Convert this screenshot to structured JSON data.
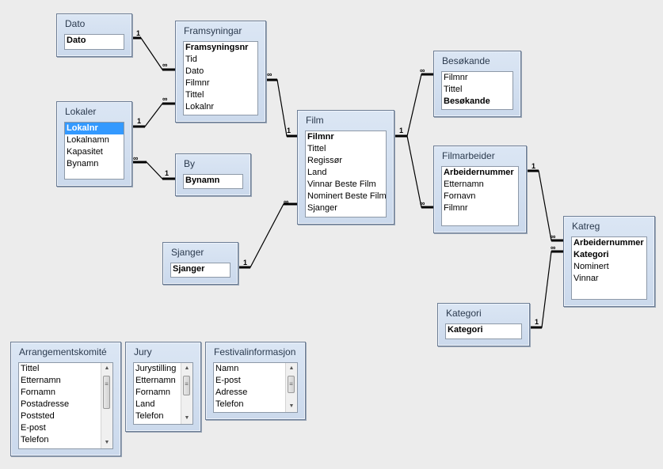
{
  "tables": {
    "dato": {
      "title": "Dato",
      "fields": [
        {
          "name": "Dato",
          "key": true
        }
      ]
    },
    "framsyningar": {
      "title": "Framsyningar",
      "fields": [
        {
          "name": "Framsyningsnr",
          "key": true
        },
        {
          "name": "Tid",
          "key": false
        },
        {
          "name": "Dato",
          "key": false
        },
        {
          "name": "Filmnr",
          "key": false
        },
        {
          "name": "Tittel",
          "key": false
        },
        {
          "name": "Lokalnr",
          "key": false
        }
      ]
    },
    "lokaler": {
      "title": "Lokaler",
      "fields": [
        {
          "name": "Lokalnr",
          "key": true,
          "selected": true
        },
        {
          "name": "Lokalnamn",
          "key": false
        },
        {
          "name": "Kapasitet",
          "key": false
        },
        {
          "name": "Bynamn",
          "key": false
        }
      ]
    },
    "by": {
      "title": "By",
      "fields": [
        {
          "name": "Bynamn",
          "key": true
        }
      ]
    },
    "film": {
      "title": "Film",
      "fields": [
        {
          "name": "Filmnr",
          "key": true
        },
        {
          "name": "Tittel",
          "key": false
        },
        {
          "name": "Regissør",
          "key": false
        },
        {
          "name": "Land",
          "key": false
        },
        {
          "name": "Vinnar Beste Film",
          "key": false
        },
        {
          "name": "Nominert Beste Film",
          "key": false
        },
        {
          "name": "Sjanger",
          "key": false
        }
      ]
    },
    "sjanger": {
      "title": "Sjanger",
      "fields": [
        {
          "name": "Sjanger",
          "key": true
        }
      ]
    },
    "besokande": {
      "title": "Besøkande",
      "fields": [
        {
          "name": "Filmnr",
          "key": false
        },
        {
          "name": "Tittel",
          "key": false
        },
        {
          "name": "Besøkande",
          "key": true
        }
      ]
    },
    "filmarbeider": {
      "title": "Filmarbeider",
      "fields": [
        {
          "name": "Arbeidernummer",
          "key": true
        },
        {
          "name": "Etternamn",
          "key": false
        },
        {
          "name": "Fornavn",
          "key": false
        },
        {
          "name": "Filmnr",
          "key": false
        }
      ]
    },
    "katreg": {
      "title": "Katreg",
      "fields": [
        {
          "name": "Arbeidernummer",
          "key": true
        },
        {
          "name": "Kategori",
          "key": true
        },
        {
          "name": "Nominert",
          "key": false
        },
        {
          "name": "Vinnar",
          "key": false
        }
      ]
    },
    "kategori": {
      "title": "Kategori",
      "fields": [
        {
          "name": "Kategori",
          "key": true
        }
      ]
    },
    "arrangementskomite": {
      "title": "Arrangementskomité",
      "fields": [
        {
          "name": "Tittel",
          "key": false
        },
        {
          "name": "Etternamn",
          "key": false
        },
        {
          "name": "Fornamn",
          "key": false
        },
        {
          "name": "Postadresse",
          "key": false
        },
        {
          "name": "Poststed",
          "key": false
        },
        {
          "name": "E-post",
          "key": false
        },
        {
          "name": "Telefon",
          "key": false
        }
      ]
    },
    "jury": {
      "title": "Jury",
      "fields": [
        {
          "name": "Jurystilling",
          "key": false
        },
        {
          "name": "Etternamn",
          "key": false
        },
        {
          "name": "Fornamn",
          "key": false
        },
        {
          "name": "Land",
          "key": false
        },
        {
          "name": "Telefon",
          "key": false
        }
      ]
    },
    "festivalinformasjon": {
      "title": "Festivalinformasjon",
      "fields": [
        {
          "name": "Namn",
          "key": false
        },
        {
          "name": "E-post",
          "key": false
        },
        {
          "name": "Adresse",
          "key": false
        },
        {
          "name": "Telefon",
          "key": false
        }
      ]
    }
  },
  "relationships": [
    {
      "from": "dato",
      "to": "framsyningar",
      "from_label": "1",
      "to_label": "∞"
    },
    {
      "from": "lokaler",
      "to": "framsyningar",
      "from_label": "1",
      "to_label": "∞"
    },
    {
      "from": "framsyningar",
      "to": "film",
      "from_label": "∞",
      "to_label": "1"
    },
    {
      "from": "lokaler",
      "to": "by",
      "from_label": "∞",
      "to_label": "1"
    },
    {
      "from": "sjanger",
      "to": "film",
      "from_label": "1",
      "to_label": "∞"
    },
    {
      "from": "film",
      "to": "besokande",
      "from_label": "1",
      "to_label": "∞"
    },
    {
      "from": "film",
      "to": "filmarbeider",
      "from_label": "1",
      "to_label": "∞"
    },
    {
      "from": "filmarbeider",
      "to": "katreg",
      "from_label": "1",
      "to_label": "∞"
    },
    {
      "from": "kategori",
      "to": "katreg",
      "from_label": "1",
      "to_label": "∞"
    }
  ],
  "scroll_icons": {
    "up": "scroll-up-arrow-icon",
    "down": "scroll-down-arrow-icon",
    "grip": "scroll-grip-icon"
  }
}
